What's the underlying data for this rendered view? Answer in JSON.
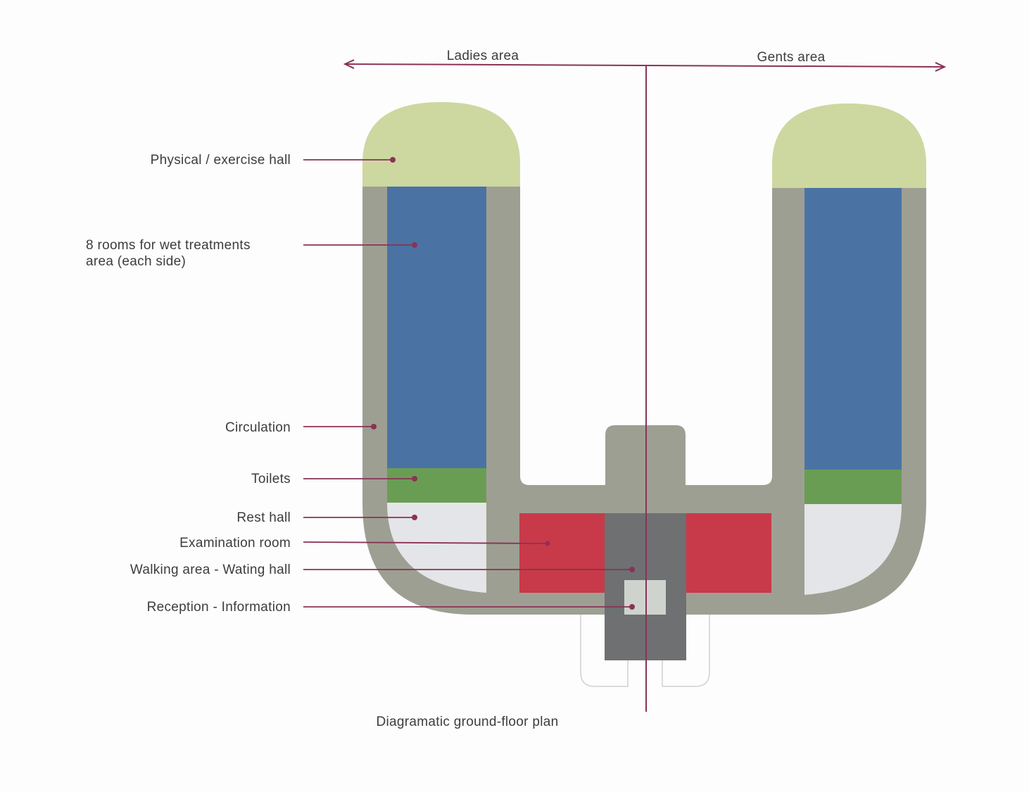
{
  "header": {
    "ladies_area": "Ladies area",
    "gents_area": "Gents area"
  },
  "labels": {
    "exercise_hall": "Physical / exercise hall",
    "wet_rooms_line1": "8 rooms for wet treatments",
    "wet_rooms_line2": "area (each side)",
    "circulation": "Circulation",
    "toilets": "Toilets",
    "rest_hall": "Rest hall",
    "examination_room": "Examination room",
    "waiting_hall": "Walking area - Wating hall",
    "reception": "Reception - Information"
  },
  "caption": "Diagramatic ground-floor plan",
  "colors": {
    "accent_line": "#8a3256",
    "circulation": "#9e9f93",
    "exercise_hall": "#cdd7a0",
    "wet_rooms": "#4a73a4",
    "toilets": "#6a9d54",
    "rest_hall": "#e4e5e8",
    "examination": "#c83a49",
    "waiting_hall": "#6e7072",
    "reception": "#cfd3ce"
  }
}
